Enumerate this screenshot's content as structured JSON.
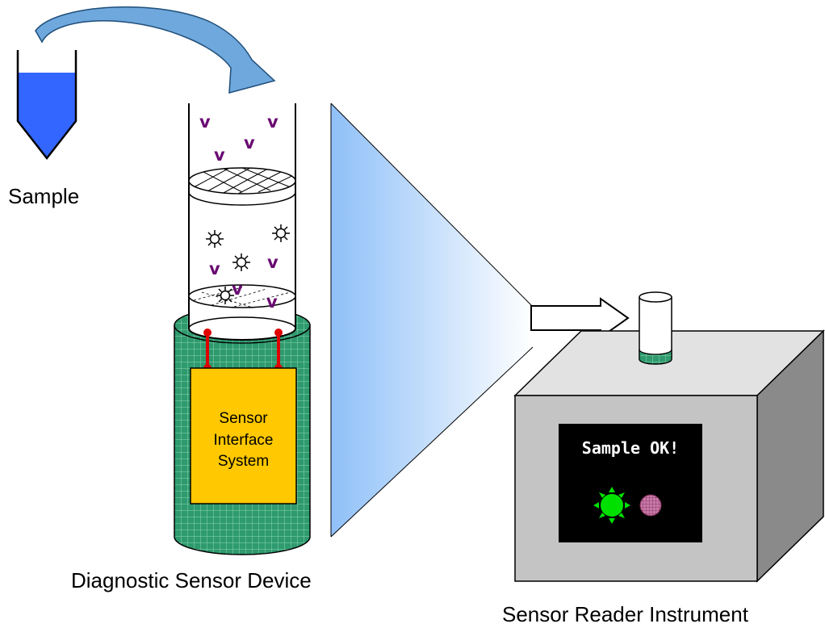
{
  "labels": {
    "sample": "Sample",
    "device": "Diagnostic Sensor Device",
    "reader": "Sensor Reader Instrument",
    "interface_line1": "Sensor",
    "interface_line2": "Interface",
    "interface_line3": "System",
    "screen_message": "Sample OK!",
    "analyte_glyph": "v"
  },
  "colors": {
    "sample_liquid": "#3366ff",
    "curved_arrow": "#6fa8dc",
    "analyte": "#6a0a72",
    "base_green": "#2e9a6e",
    "interface_yellow": "#ffc800",
    "wire_red": "#e00000",
    "instrument_gray": "#c4c4c4",
    "screen_black": "#000000",
    "indicator_on": "#00e000",
    "indicator_off": "#c97aa8"
  }
}
